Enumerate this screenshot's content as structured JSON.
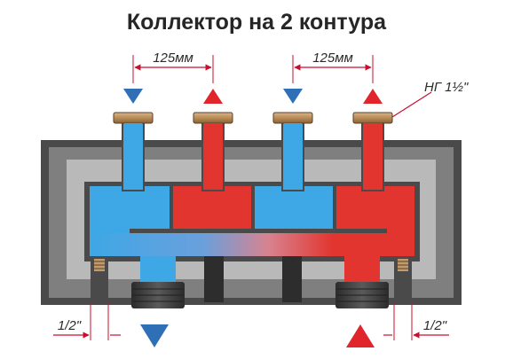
{
  "title": "Коллектор на 2 контура",
  "dimensions": {
    "spacing_left": "125мм",
    "spacing_right": "125мм",
    "inlet_left": "1/2\"",
    "inlet_right": "1/2\""
  },
  "callout": {
    "thread_label": "НГ 1½\""
  },
  "colors": {
    "cold": "#3ea7e6",
    "hot": "#e2352f",
    "housing_dark": "#4a4a4a",
    "housing_mid": "#7f7f7f",
    "housing_light": "#b9b9b9",
    "brass": "#c39a6b",
    "dimension_line": "#c8102e",
    "arrow_cold": "#2f6fb6",
    "arrow_hot": "#e0262b"
  }
}
